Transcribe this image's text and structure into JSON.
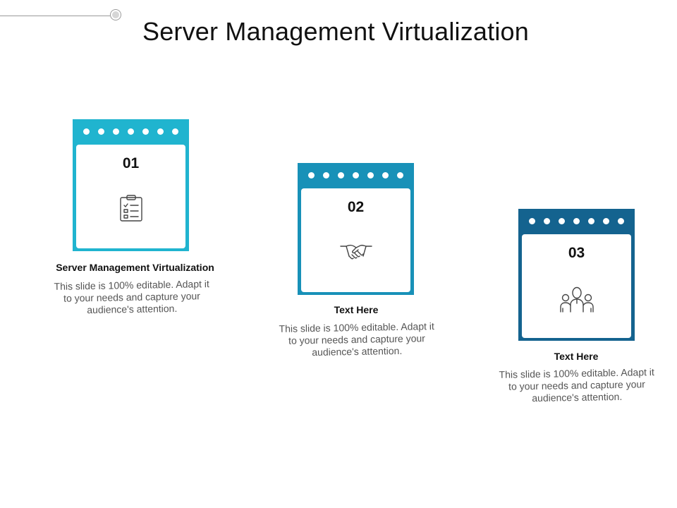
{
  "slide": {
    "title": "Server Management Virtualization"
  },
  "colors": {
    "card1": "#20b4cf",
    "card2": "#1891b8",
    "card3": "#14638f"
  },
  "items": [
    {
      "number": "01",
      "heading": "Server Management Virtualization",
      "description": "This slide is 100% editable. Adapt it to your needs and capture your audience's attention.",
      "icon": "clipboard-checklist-icon"
    },
    {
      "number": "02",
      "heading": "Text Here",
      "description": "This slide is 100% editable. Adapt it to your needs and capture your audience's attention.",
      "icon": "handshake-icon"
    },
    {
      "number": "03",
      "heading": "Text Here",
      "description": "This slide is 100% editable. Adapt it to your needs and capture your audience's attention.",
      "icon": "team-people-icon"
    }
  ]
}
